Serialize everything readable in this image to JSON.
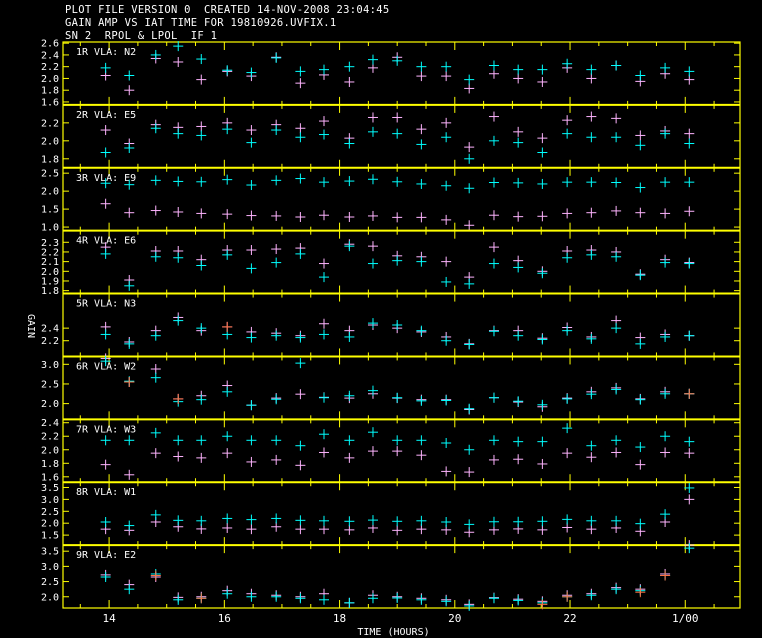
{
  "header": {
    "line1": "PLOT FILE VERSION 0  CREATED 14-NOV-2008 23:04:45",
    "line2": "GAIN AMP VS IAT TIME FOR 19810926.UVFIX.1",
    "line3": "SN 2  RPOL & LPOL  IF 1"
  },
  "colors": {
    "frame": "#ffff00",
    "rpol": "#00ffff",
    "lpol": "#ffb4ff",
    "flagged": "#ff7040",
    "text": "#ffffff"
  },
  "chart_data": {
    "type": "scatter",
    "xlabel": "TIME (HOURS)",
    "ylabel": "GAIN",
    "xlim": [
      13.2,
      24.95
    ],
    "xticks": [
      {
        "value": 14,
        "label": "14"
      },
      {
        "value": 16,
        "label": "16"
      },
      {
        "value": 18,
        "label": "18"
      },
      {
        "value": 20,
        "label": "20"
      },
      {
        "value": 22,
        "label": "22"
      },
      {
        "value": 24,
        "label": "1/00"
      }
    ],
    "times": [
      13.94,
      14.35,
      14.81,
      15.2,
      15.6,
      16.05,
      16.47,
      16.9,
      17.32,
      17.73,
      18.17,
      18.58,
      19.0,
      19.42,
      19.85,
      20.25,
      20.68,
      21.1,
      21.52,
      21.95,
      22.37,
      22.8,
      23.22,
      23.65,
      24.07
    ],
    "panels": [
      {
        "label": "1R VLA: N2",
        "ylim": [
          1.55,
          2.62
        ],
        "yticks": [
          1.6,
          1.8,
          2.0,
          2.2,
          2.4,
          2.6
        ],
        "series": [
          {
            "name": "RPOL",
            "values": [
              2.18,
              2.05,
              2.4,
              2.55,
              2.33,
              2.14,
              2.1,
              2.35,
              2.12,
              2.15,
              2.2,
              2.32,
              2.3,
              2.2,
              2.2,
              1.98,
              2.22,
              2.15,
              2.15,
              2.25,
              2.15,
              2.22,
              2.05,
              2.18,
              2.12
            ]
          },
          {
            "name": "LPOL",
            "values": [
              2.05,
              1.8,
              2.34,
              2.28,
              1.98,
              2.12,
              2.04,
              2.36,
              1.92,
              2.06,
              1.94,
              2.18,
              2.36,
              2.04,
              2.04,
              1.83,
              2.08,
              2.0,
              1.94,
              2.18,
              2.0,
              2.22,
              1.95,
              2.08,
              1.98
            ]
          }
        ]
      },
      {
        "label": "2R VLA: E5",
        "ylim": [
          1.7,
          2.4
        ],
        "yticks": [
          1.8,
          2.0,
          2.2
        ],
        "series": [
          {
            "name": "RPOL",
            "values": [
              1.87,
              1.92,
              2.14,
              2.08,
              2.06,
              2.13,
              1.98,
              2.12,
              2.04,
              2.07,
              1.97,
              2.1,
              2.08,
              1.96,
              2.04,
              1.8,
              2.0,
              1.98,
              1.87,
              2.08,
              2.04,
              2.04,
              1.95,
              2.08,
              1.97
            ]
          },
          {
            "name": "LPOL",
            "values": [
              2.12,
              1.97,
              2.18,
              2.15,
              2.16,
              2.2,
              2.12,
              2.18,
              2.14,
              2.22,
              2.03,
              2.26,
              2.26,
              2.13,
              2.2,
              1.93,
              2.27,
              2.1,
              2.03,
              2.23,
              2.27,
              2.25,
              2.06,
              2.11,
              2.08
            ]
          }
        ]
      },
      {
        "label": "3R VLA: E9",
        "ylim": [
          0.9,
          2.65
        ],
        "yticks": [
          1.0,
          1.5,
          2.0,
          2.5
        ],
        "series": [
          {
            "name": "RPOL",
            "values": [
              2.22,
              2.18,
              2.3,
              2.27,
              2.26,
              2.32,
              2.17,
              2.3,
              2.35,
              2.25,
              2.28,
              2.33,
              2.26,
              2.2,
              2.15,
              2.08,
              2.24,
              2.23,
              2.2,
              2.25,
              2.25,
              2.24,
              2.1,
              2.25,
              2.25
            ]
          },
          {
            "name": "LPOL",
            "values": [
              1.65,
              1.4,
              1.46,
              1.42,
              1.38,
              1.36,
              1.32,
              1.31,
              1.28,
              1.33,
              1.28,
              1.31,
              1.27,
              1.27,
              1.2,
              1.05,
              1.33,
              1.29,
              1.3,
              1.38,
              1.4,
              1.45,
              1.4,
              1.38,
              1.44
            ]
          }
        ]
      },
      {
        "label": "4R VLA: E6",
        "ylim": [
          1.77,
          2.42
        ],
        "yticks": [
          1.8,
          1.9,
          2.0,
          2.1,
          2.2,
          2.3
        ],
        "series": [
          {
            "name": "RPOL",
            "values": [
              2.18,
              1.85,
              2.15,
              2.14,
              2.06,
              2.17,
              2.03,
              2.09,
              2.18,
              1.94,
              2.26,
              2.08,
              2.11,
              2.1,
              1.89,
              1.87,
              2.08,
              2.04,
              1.98,
              2.14,
              2.17,
              2.15,
              1.96,
              2.09,
              2.08
            ]
          },
          {
            "name": "LPOL",
            "values": [
              2.25,
              1.91,
              2.21,
              2.21,
              2.12,
              2.22,
              2.22,
              2.23,
              2.24,
              2.08,
              2.28,
              2.26,
              2.16,
              2.15,
              2.1,
              1.94,
              2.25,
              2.11,
              2.0,
              2.21,
              2.22,
              2.2,
              1.97,
              2.12,
              2.09
            ]
          }
        ]
      },
      {
        "label": "5R VLA: N3",
        "ylim": [
          1.95,
          2.95
        ],
        "yticks": [
          2.2,
          2.4
        ],
        "series": [
          {
            "name": "RPOL",
            "values": [
              2.3,
              2.15,
              2.28,
              2.52,
              2.4,
              2.3,
              2.25,
              2.28,
              2.25,
              2.3,
              2.26,
              2.48,
              2.45,
              2.36,
              2.2,
              2.14,
              2.35,
              2.28,
              2.22,
              2.36,
              2.23,
              2.4,
              2.15,
              2.26,
              2.28
            ]
          },
          {
            "name": "LPOL",
            "values": [
              2.42,
              2.18,
              2.36,
              2.57,
              2.36,
              2.42,
              2.34,
              2.32,
              2.28,
              2.47,
              2.36,
              2.45,
              2.4,
              2.34,
              2.26,
              2.15,
              2.36,
              2.36,
              2.24,
              2.41,
              2.26,
              2.52,
              2.25,
              2.3,
              2.28
            ]
          }
        ]
      },
      {
        "label": "6R VLA: W2",
        "ylim": [
          1.6,
          3.2
        ],
        "yticks": [
          2.0,
          2.5,
          3.0
        ],
        "series": [
          {
            "name": "RPOL",
            "values": [
              3.08,
              2.57,
              2.66,
              2.05,
              2.1,
              2.3,
              1.96,
              2.11,
              3.03,
              2.15,
              2.2,
              2.33,
              2.15,
              2.07,
              2.08,
              1.87,
              2.15,
              2.06,
              1.97,
              2.12,
              2.24,
              2.36,
              2.1,
              2.25,
              2.25
            ]
          },
          {
            "name": "LPOL",
            "values": [
              3.15,
              2.55,
              2.88,
              2.12,
              2.2,
              2.46,
              1.96,
              2.14,
              2.24,
              2.16,
              2.14,
              2.25,
              2.14,
              2.1,
              2.1,
              1.85,
              2.15,
              2.04,
              1.92,
              2.14,
              2.3,
              2.4,
              2.12,
              2.3,
              2.25
            ]
          }
        ]
      },
      {
        "label": "7R VLA: W3",
        "ylim": [
          1.52,
          2.45
        ],
        "yticks": [
          1.6,
          1.8,
          2.0,
          2.2,
          2.4
        ],
        "series": [
          {
            "name": "RPOL",
            "values": [
              2.14,
              2.14,
              2.25,
              2.14,
              2.14,
              2.2,
              2.14,
              2.14,
              2.06,
              2.23,
              2.14,
              2.26,
              2.14,
              2.14,
              2.1,
              2.0,
              2.14,
              2.12,
              2.12,
              2.32,
              2.06,
              2.14,
              2.04,
              2.2,
              2.12
            ]
          },
          {
            "name": "LPOL",
            "values": [
              1.78,
              1.63,
              1.95,
              1.9,
              1.88,
              1.95,
              1.82,
              1.85,
              1.77,
              1.96,
              1.88,
              1.98,
              1.98,
              1.92,
              1.68,
              1.67,
              1.85,
              1.86,
              1.79,
              1.95,
              1.89,
              1.96,
              1.78,
              1.96,
              1.95
            ]
          }
        ]
      },
      {
        "label": "8R VLA: W1",
        "ylim": [
          1.08,
          3.72
        ],
        "yticks": [
          1.5,
          2.0,
          2.5,
          3.0,
          3.5
        ],
        "series": [
          {
            "name": "RPOL",
            "values": [
              2.05,
              1.9,
              2.35,
              2.12,
              2.1,
              2.2,
              2.15,
              2.2,
              2.12,
              2.1,
              2.08,
              2.13,
              2.08,
              2.1,
              2.05,
              1.95,
              2.06,
              2.06,
              2.08,
              2.16,
              2.1,
              2.1,
              1.98,
              2.38,
              3.48
            ]
          },
          {
            "name": "LPOL",
            "values": [
              1.75,
              1.7,
              2.05,
              1.85,
              1.76,
              1.8,
              1.75,
              1.85,
              1.75,
              1.75,
              1.72,
              1.8,
              1.7,
              1.75,
              1.72,
              1.62,
              1.72,
              1.76,
              1.72,
              1.82,
              1.75,
              1.8,
              1.66,
              2.05,
              3.0
            ]
          }
        ]
      },
      {
        "label": "9R VLA: E2",
        "ylim": [
          1.63,
          3.7
        ],
        "yticks": [
          2.0,
          2.5,
          3.0,
          3.5
        ],
        "series": [
          {
            "name": "RPOL",
            "values": [
              2.65,
              2.25,
              2.75,
              1.9,
              1.95,
              2.1,
              2.0,
              2.0,
              1.95,
              1.9,
              1.8,
              1.95,
              1.96,
              1.9,
              1.85,
              1.7,
              1.95,
              1.88,
              1.8,
              2.0,
              2.05,
              2.25,
              2.2,
              2.7,
              3.6
            ]
          },
          {
            "name": "LPOL",
            "values": [
              2.72,
              2.4,
              2.65,
              1.98,
              2.0,
              2.2,
              2.1,
              2.05,
              2.0,
              2.1,
              1.8,
              2.05,
              2.0,
              1.95,
              1.9,
              1.75,
              1.97,
              1.92,
              1.85,
              2.05,
              2.1,
              2.3,
              2.25,
              2.75,
              3.7
            ]
          }
        ]
      }
    ],
    "flagged_points": [
      {
        "panel": 4,
        "time": 16.05,
        "value": 2.42
      },
      {
        "panel": 5,
        "time": 14.35,
        "value": 2.55
      },
      {
        "panel": 5,
        "time": 15.2,
        "value": 2.12
      },
      {
        "panel": 5,
        "time": 24.07,
        "value": 2.25
      },
      {
        "panel": 8,
        "time": 14.81,
        "value": 2.7
      },
      {
        "panel": 8,
        "time": 15.6,
        "value": 1.95
      },
      {
        "panel": 8,
        "time": 21.52,
        "value": 1.75
      },
      {
        "panel": 8,
        "time": 21.95,
        "value": 2.0
      },
      {
        "panel": 8,
        "time": 23.22,
        "value": 2.15
      },
      {
        "panel": 8,
        "time": 23.65,
        "value": 2.7
      }
    ]
  }
}
